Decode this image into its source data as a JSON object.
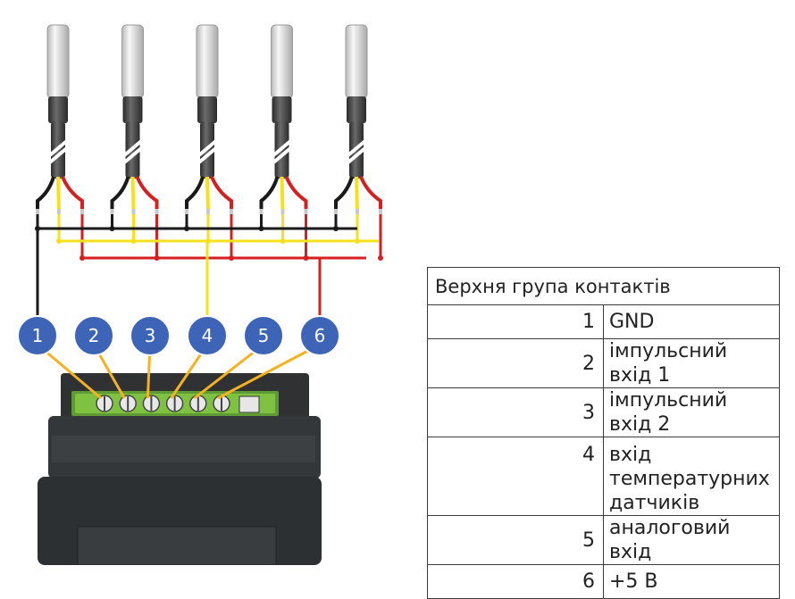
{
  "colors": {
    "pin_badge": "#3e64b7",
    "wire_black": "#1a1a1a",
    "wire_yellow": "#f6e21c",
    "wire_red": "#d62020",
    "leader": "#f5b21e",
    "device_body": "#3b3b3b",
    "terminal_block": "#7fc241"
  },
  "diagram": {
    "sensor_count": 5,
    "pin_badges": [
      "1",
      "2",
      "3",
      "4",
      "5",
      "6"
    ]
  },
  "table": {
    "header": "Верхня група контактів",
    "rows": [
      {
        "num": "1",
        "label": "GND"
      },
      {
        "num": "2",
        "label": "імпульсний вхід 1"
      },
      {
        "num": "3",
        "label": "імпульсний вхід 2"
      },
      {
        "num": "4",
        "label": "вхід температурних датчиків"
      },
      {
        "num": "5",
        "label": "аналоговий вхід"
      },
      {
        "num": "6",
        "label": "+5 В"
      }
    ]
  }
}
